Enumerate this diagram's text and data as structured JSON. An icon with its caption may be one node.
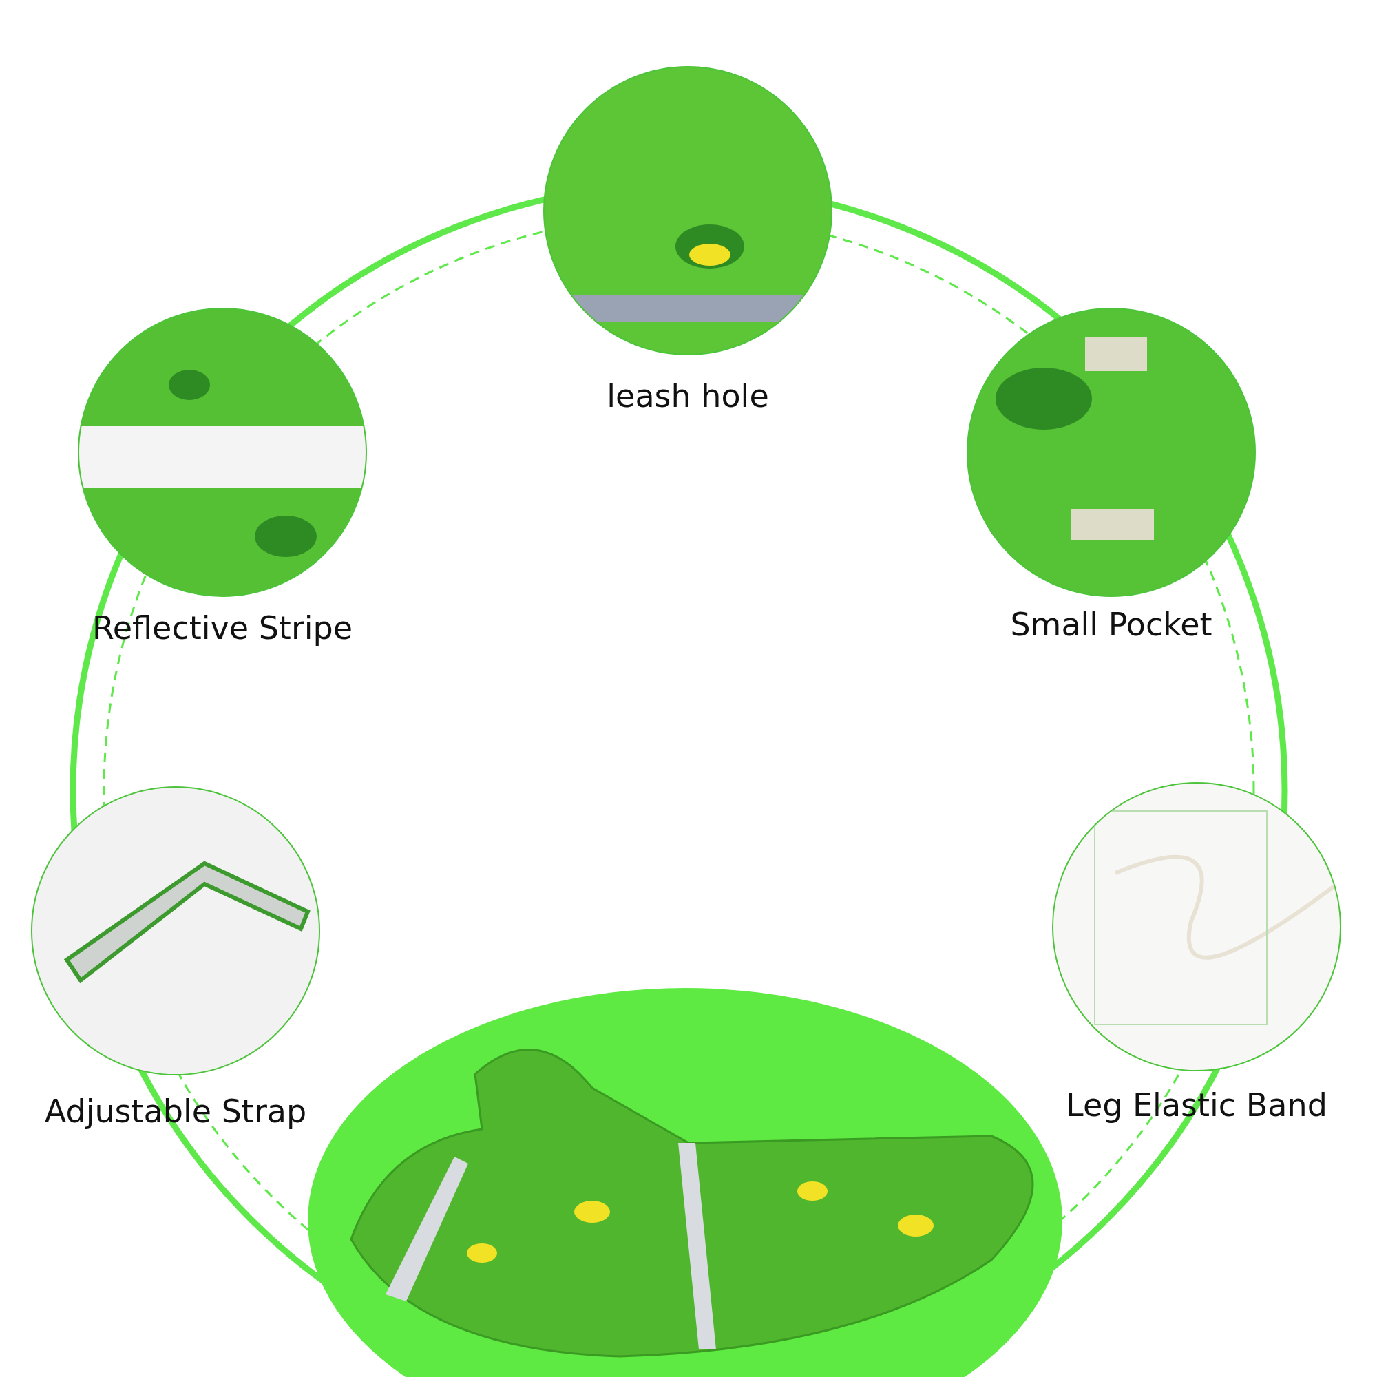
{
  "diagram": {
    "nodes": [
      {
        "text": [
          "leash hole"
        ]
      },
      {
        "text": [
          "Reflective Stripe"
        ]
      },
      {
        "text": [
          "Small Pocket"
        ]
      },
      {
        "text": [
          "Adjustable Strap"
        ]
      },
      {
        "text": [
          "Leg Elastic Band"
        ]
      },
      {
        "text": [],
        "shape": "picture"
      }
    ]
  }
}
